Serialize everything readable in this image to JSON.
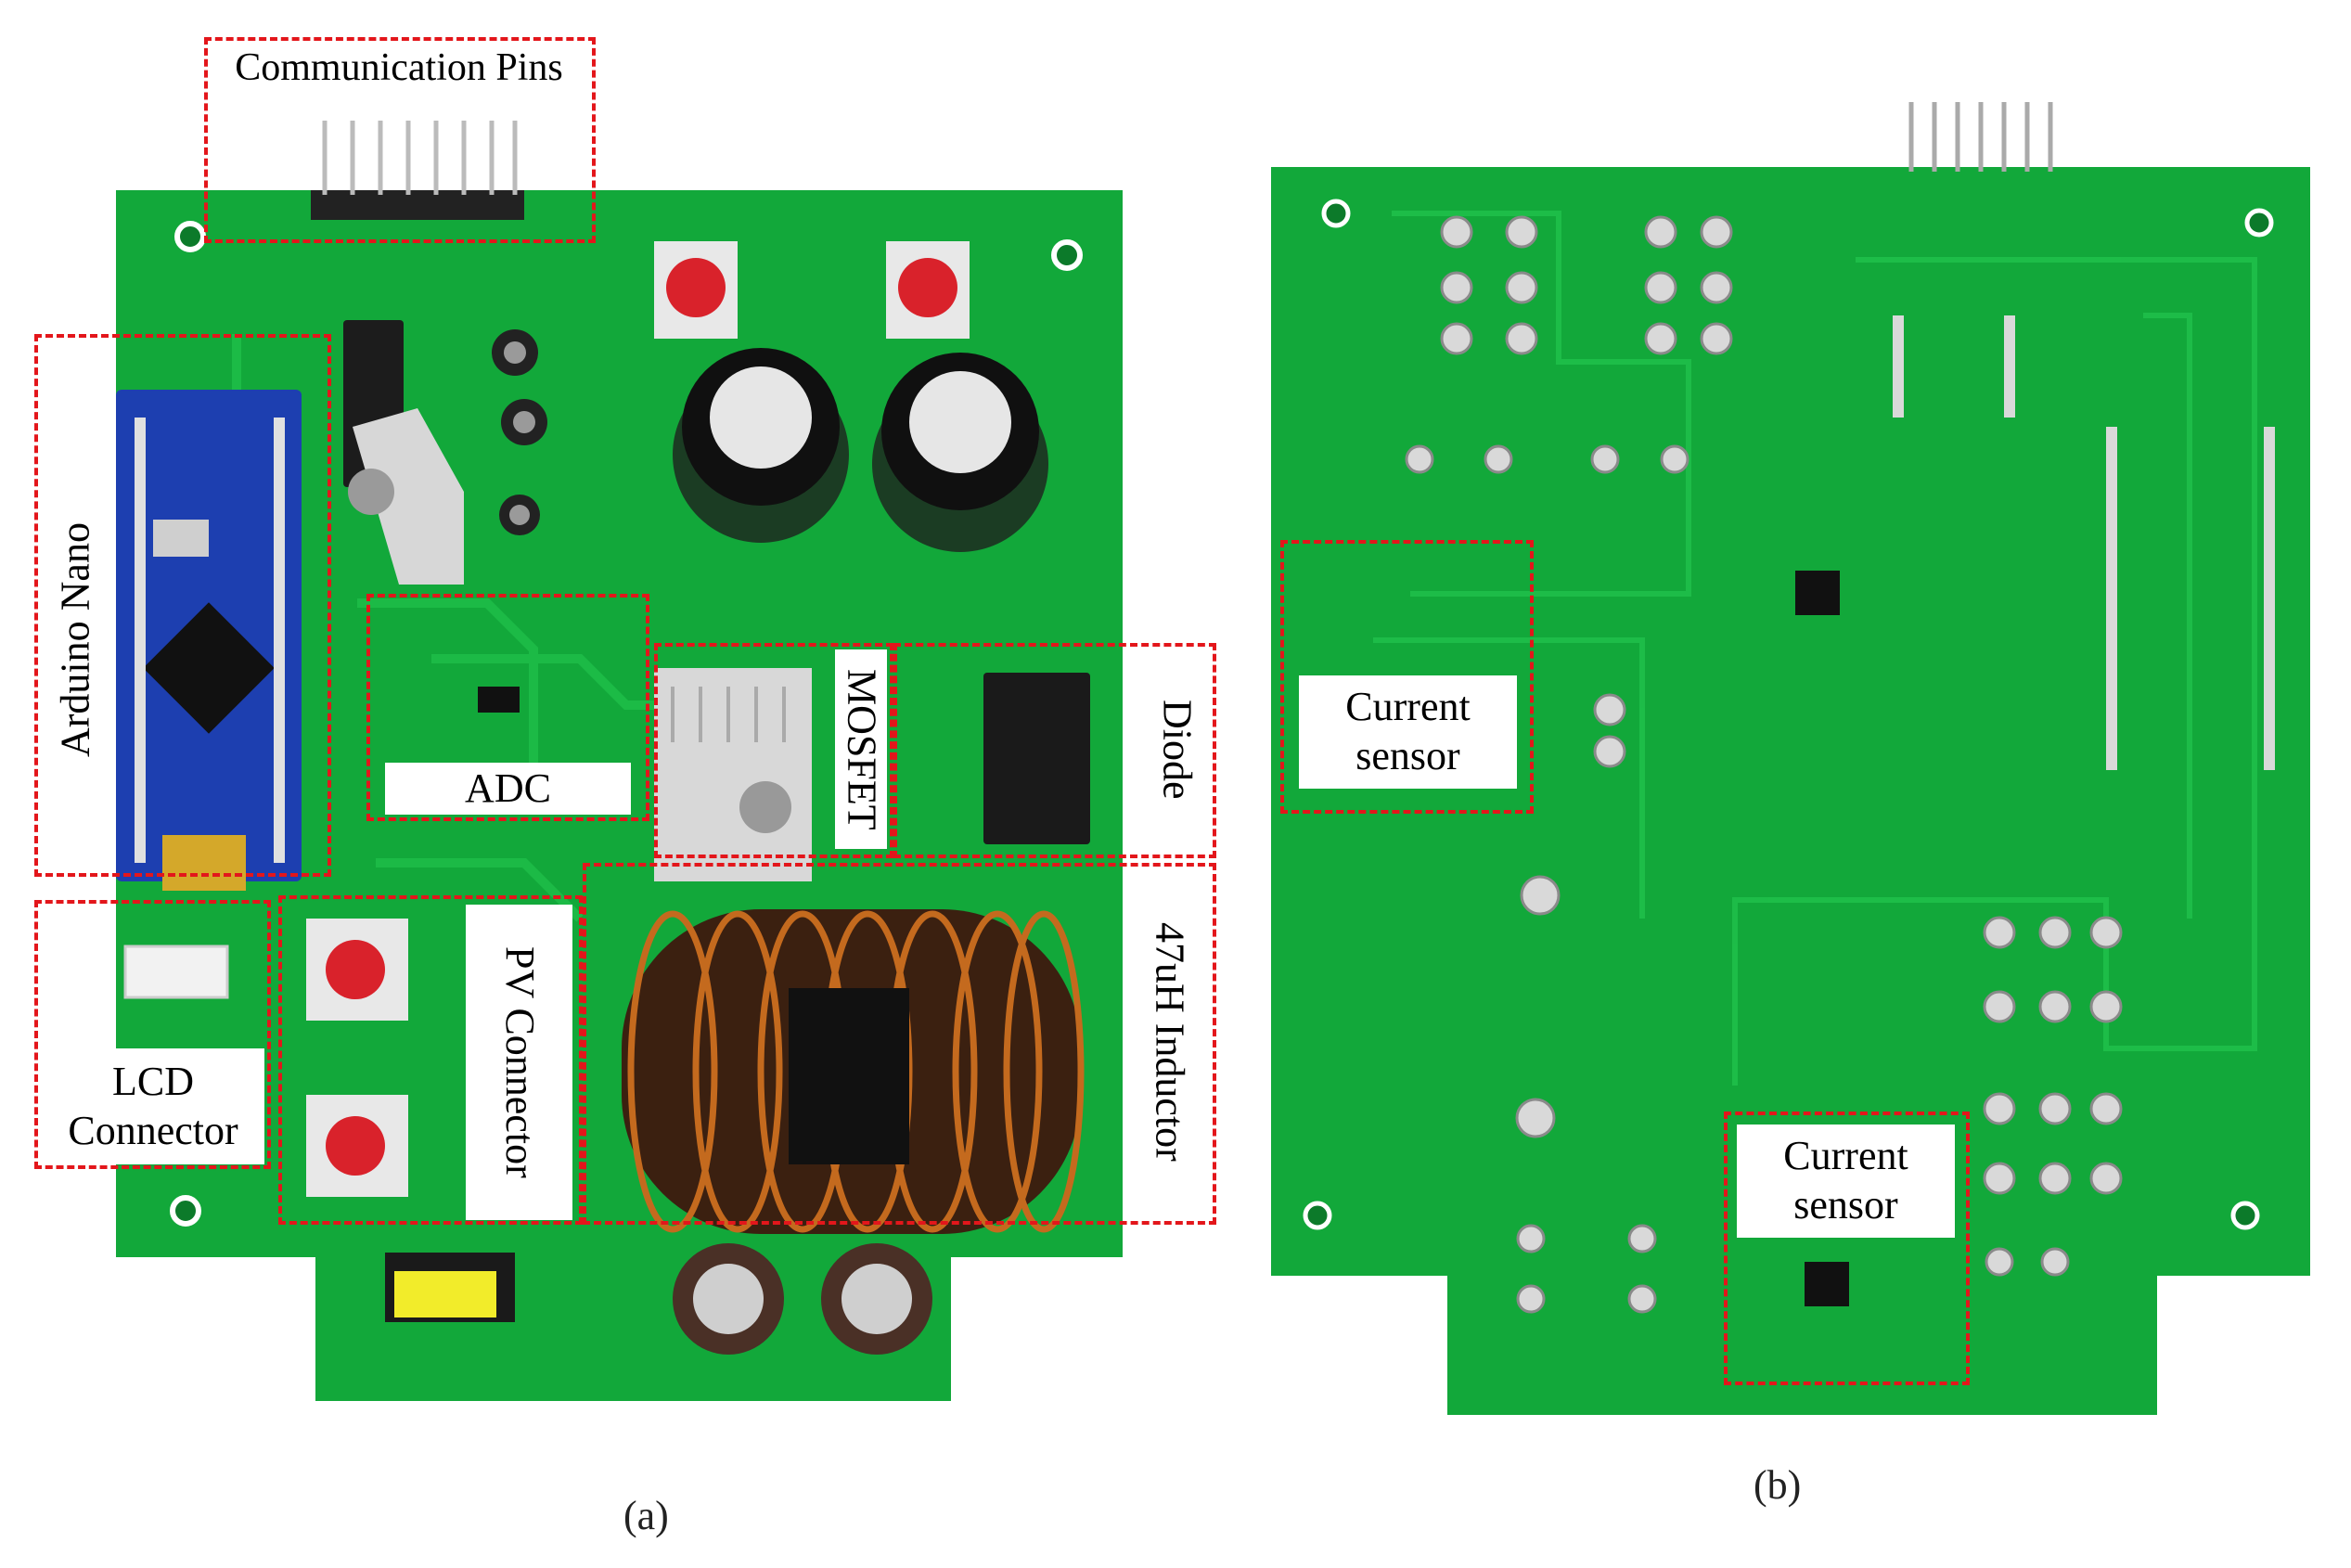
{
  "panel_a": {
    "caption": "(a)",
    "labels": {
      "communication_pins": "Communication Pins",
      "arduino_nano": "Arduino Nano",
      "adc": "ADC",
      "mosfet": "MOSFET",
      "diode": "Diode",
      "inductor": "47uH Inductor",
      "pv_connector": "PV Connector",
      "lcd_connector_line1": "LCD",
      "lcd_connector_line2": "Connector"
    }
  },
  "panel_b": {
    "caption": "(b)",
    "labels": {
      "current_sensor_1_line1": "Current",
      "current_sensor_1_line2": "sensor",
      "current_sensor_2_line1": "Current",
      "current_sensor_2_line2": "sensor"
    }
  },
  "colors": {
    "pcb_green": "#12a83a",
    "pcb_trace": "#1fbf4a",
    "annotation_red": "#e3161b",
    "copper": "#c46a1e"
  }
}
